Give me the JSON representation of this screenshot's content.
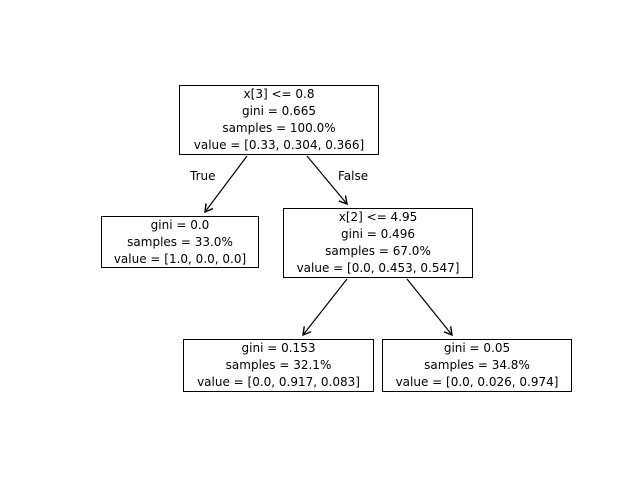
{
  "figure": {
    "background": "#ffffff",
    "box_border_color": "#000000",
    "text_color": "#000000",
    "arrow_color": "#000000"
  },
  "nodes": [
    {
      "id": "root-split",
      "lines": [
        "x[3] <= 0.8",
        "gini = 0.665",
        "samples = 100.0%",
        "value = [0.33, 0.304, 0.366]"
      ]
    },
    {
      "id": "left-leaf",
      "lines": [
        "gini = 0.0",
        "samples = 33.0%",
        "value = [1.0, 0.0, 0.0]"
      ]
    },
    {
      "id": "right-split",
      "lines": [
        "x[2] <= 4.95",
        "gini = 0.496",
        "samples = 67.0%",
        "value = [0.0, 0.453, 0.547]"
      ]
    },
    {
      "id": "bottom-left-leaf",
      "lines": [
        "gini = 0.153",
        "samples = 32.1%",
        "value = [0.0, 0.917, 0.083]"
      ]
    },
    {
      "id": "bottom-right-leaf",
      "lines": [
        "gini = 0.05",
        "samples = 34.8%",
        "value = [0.0, 0.026, 0.974]"
      ]
    }
  ],
  "edge_labels": {
    "left": "True",
    "right": "False"
  }
}
